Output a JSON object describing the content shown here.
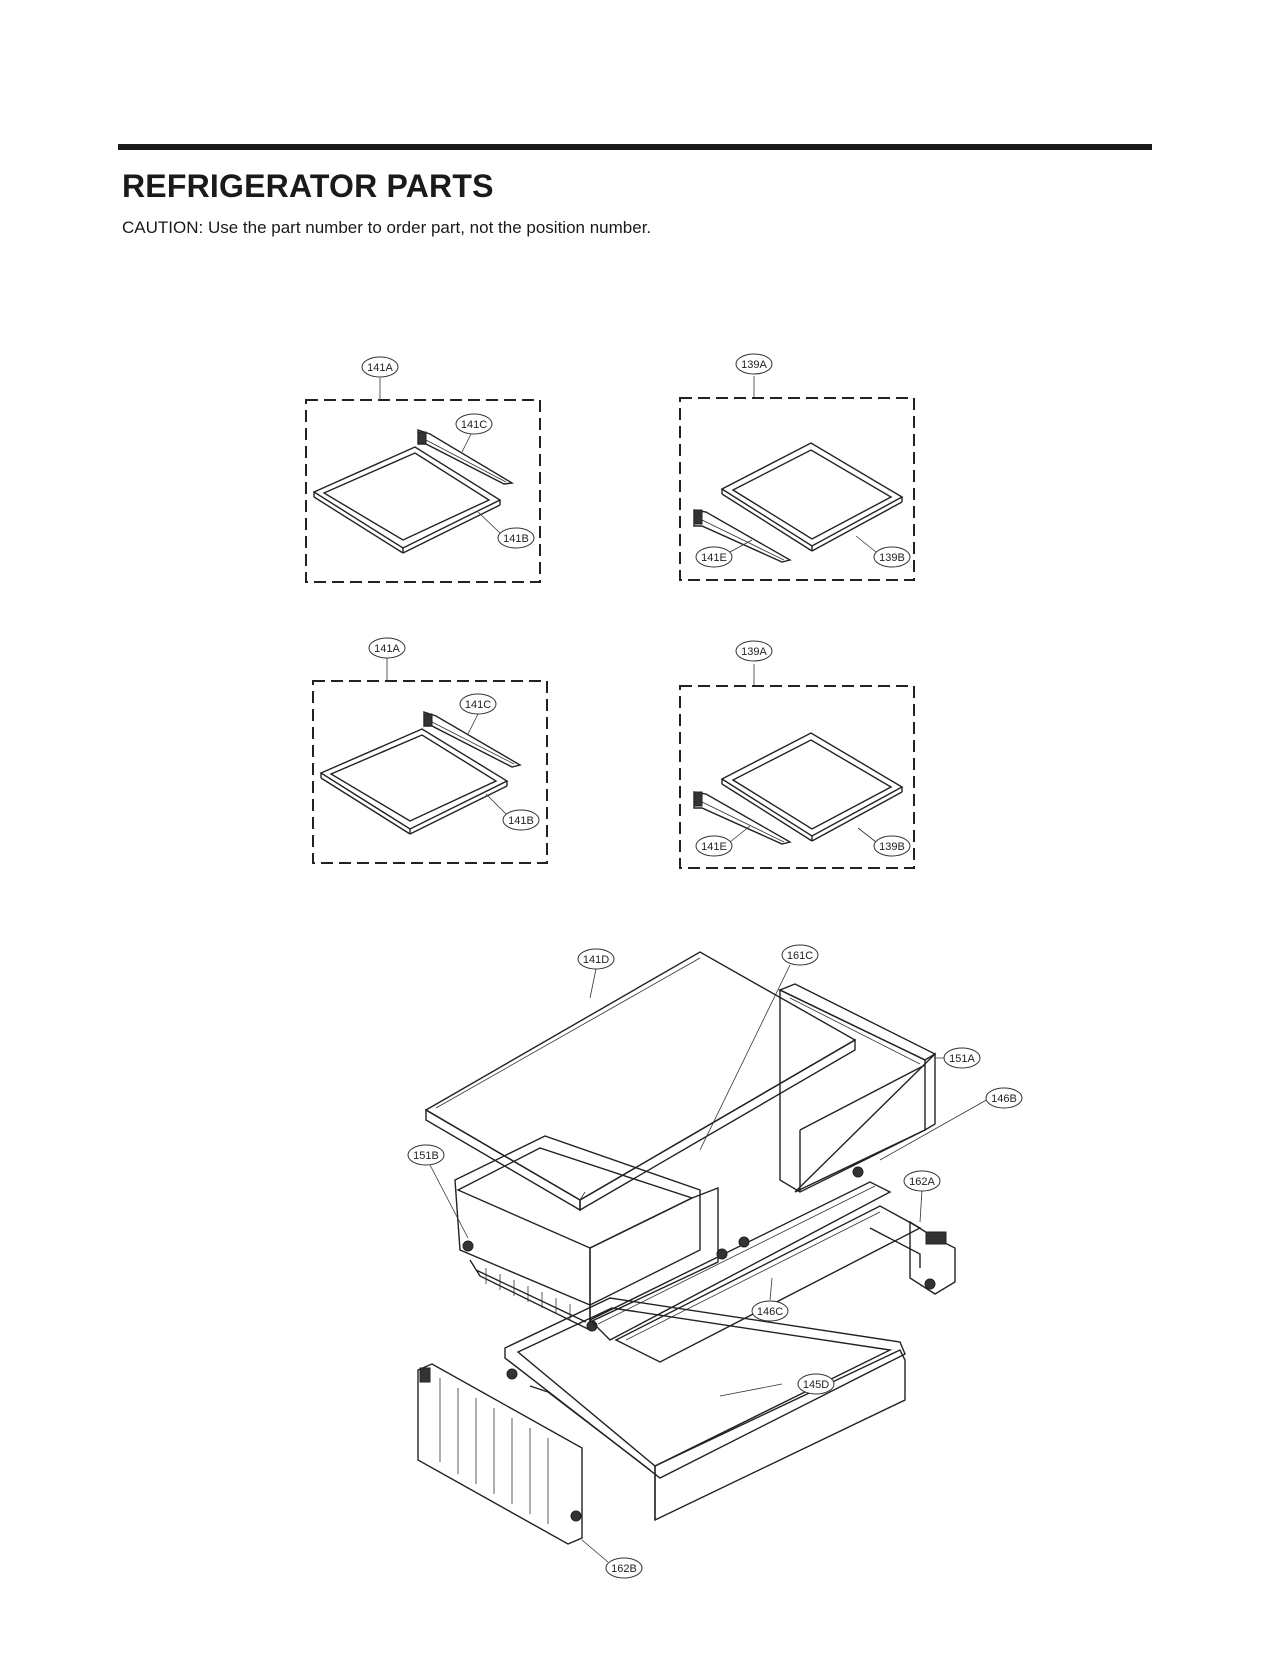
{
  "header": {
    "title": "REFRIGERATOR PARTS",
    "caution": "CAUTION: Use the part number to order part, not the position number."
  },
  "callouts": {
    "g1": {
      "assembly": "141A",
      "bracket": "141C",
      "shelf": "141B"
    },
    "g2": {
      "assembly": "139A",
      "bracket": "141E",
      "shelf": "139B"
    },
    "g3": {
      "assembly": "141A",
      "bracket": "141C",
      "shelf": "141B"
    },
    "g4": {
      "assembly": "139A",
      "bracket": "141E",
      "shelf": "139B"
    },
    "drawer": {
      "cover": "141D",
      "divider": "161C",
      "right_bin": "151A",
      "rail": "146B",
      "left_bin": "151B",
      "right_frame": "162A",
      "glass": "146C",
      "pantry": "145D",
      "left_frame": "162B"
    }
  }
}
